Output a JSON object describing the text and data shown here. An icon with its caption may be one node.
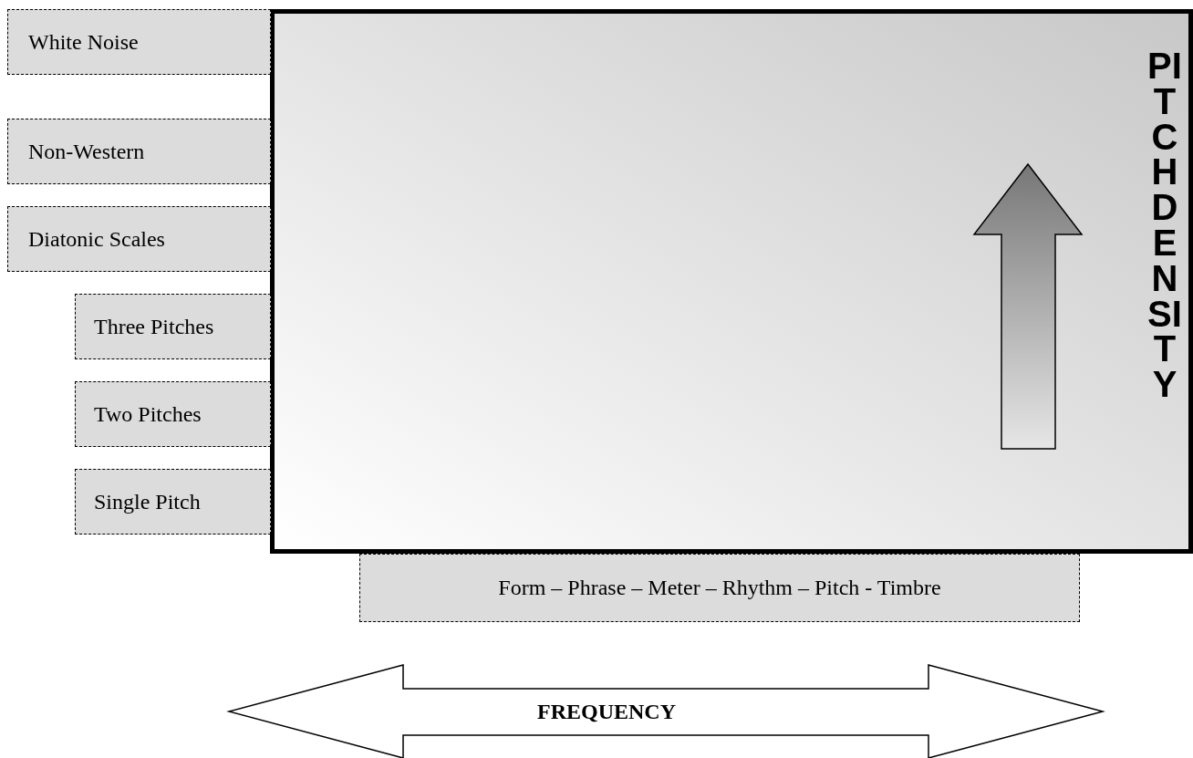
{
  "diagram": {
    "nodes": [
      {
        "text": [
          "PITCH DENSITY"
        ]
      },
      {
        "text": [
          "White Noise"
        ]
      },
      {
        "text": [
          "Non-Western"
        ]
      },
      {
        "text": [
          "Diatonic Scales"
        ]
      },
      {
        "text": [
          "Three Pitches"
        ]
      },
      {
        "text": [
          "Two Pitches"
        ]
      },
      {
        "text": [
          "Single Pitch"
        ]
      },
      {
        "text": [
          "Form – Phrase – Meter – Rhythm – Pitch - Timbre"
        ]
      },
      {
        "text": [
          "FREQUENCY"
        ]
      }
    ]
  }
}
